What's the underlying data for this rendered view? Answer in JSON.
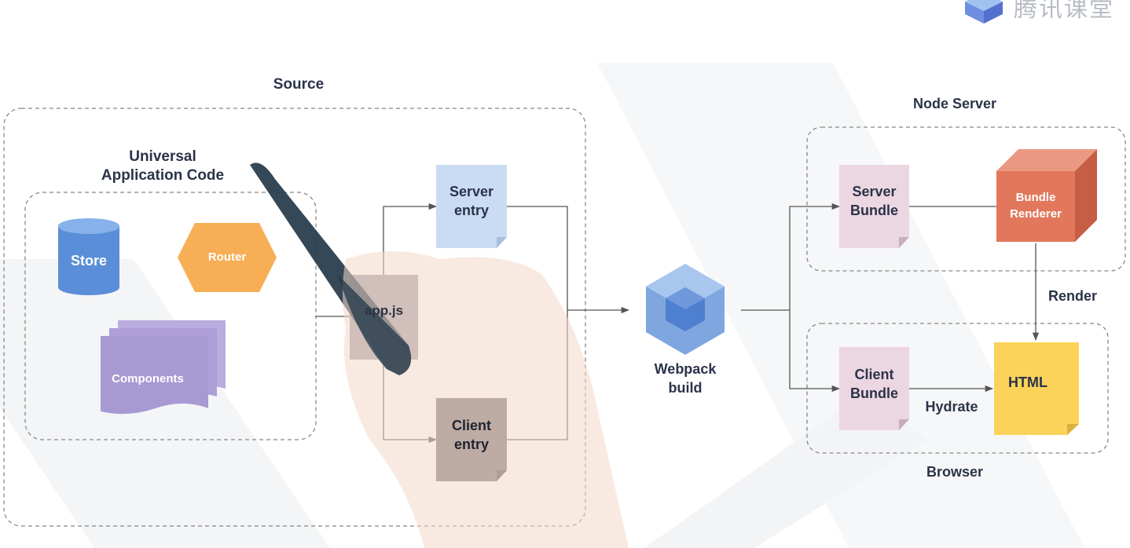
{
  "brand": {
    "logo_text": "腾讯课堂"
  },
  "diagram": {
    "source_title": "Source",
    "universal_title_line1": "Universal",
    "universal_title_line2": "Application Code",
    "store": "Store",
    "router": "Router",
    "components": "Components",
    "appjs": "app.js",
    "server_entry_line1": "Server",
    "server_entry_line2": "entry",
    "client_entry_line1": "Client",
    "client_entry_line2": "entry",
    "webpack_line1": "Webpack",
    "webpack_line2": "build",
    "node_server_title": "Node Server",
    "server_bundle_line1": "Server",
    "server_bundle_line2": "Bundle",
    "bundle_renderer_line1": "Bundle",
    "bundle_renderer_line2": "Renderer",
    "render_label": "Render",
    "client_bundle_line1": "Client",
    "client_bundle_line2": "Bundle",
    "hydrate_label": "Hydrate",
    "html_label": "HTML",
    "browser_title": "Browser"
  },
  "colors": {
    "store": "#5b8ed8",
    "router": "#f7ae55",
    "components": "#a79ad3",
    "server_entry": "#c9dcf3",
    "client_entry": "#e8ddea",
    "bundle": "#ecd6e2",
    "renderer": "#e2775c",
    "html": "#fbd35a",
    "webpack": "#6f9ad9",
    "text": "#2b3348"
  }
}
